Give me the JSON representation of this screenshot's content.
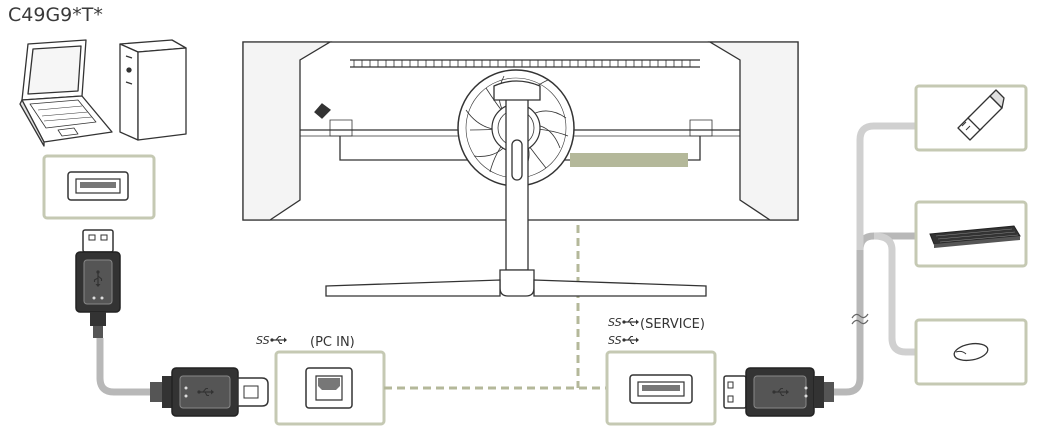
{
  "title": "C49G9*T*",
  "ports": {
    "pc_in_label": "(PC IN)",
    "service_label": "(SERVICE)"
  },
  "icons": [
    "laptop-icon",
    "desktop-tower-icon",
    "usb-a-port-icon",
    "usb-b-port-icon",
    "usb-flash-drive-icon",
    "keyboard-icon",
    "mouse-icon",
    "usb-cable-icon",
    "monitor-back-icon",
    "usb-superspeed-icon"
  ],
  "colors": {
    "frame": "#c5c9b3",
    "cable": "#b8b8b8",
    "highlight": "#b4b89a",
    "dash": "#b4b89a"
  }
}
